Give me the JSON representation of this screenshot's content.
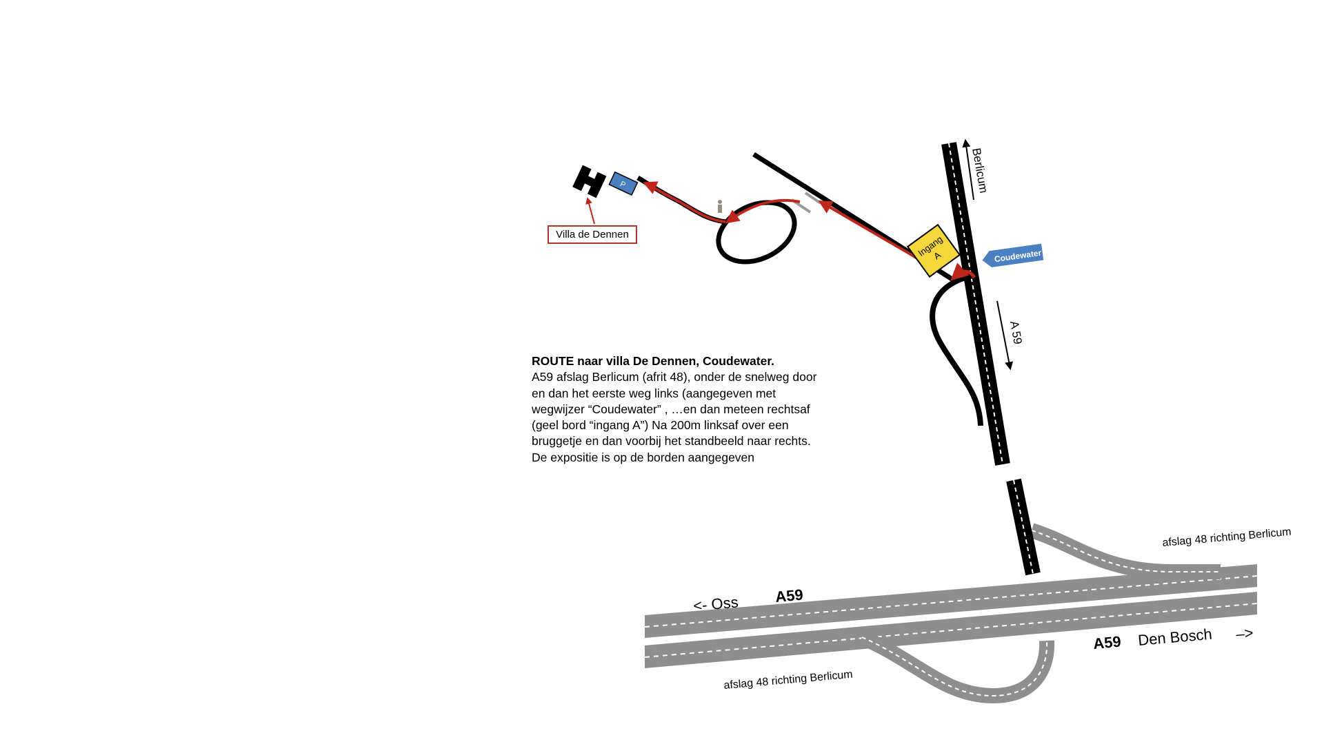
{
  "map": {
    "villa_label": "Villa de Dennen",
    "parking_label": "P",
    "ingang_sign_line1": "Ingang",
    "ingang_sign_line2": "A",
    "coudewater_sign": "Coudewater",
    "north_direction": "Berlicum",
    "south_direction": "A 59",
    "exit_label_top": "afslag 48 richting Berlicum",
    "exit_label_bottom": "afslag 48 richting Berlicum",
    "highway_west": "<- Oss",
    "highway_name_top": "A59",
    "highway_name_bottom": "A59",
    "highway_east": "Den Bosch",
    "highway_east_arrow": "–>"
  },
  "route": {
    "title": "ROUTE naar villa De Dennen, Coudewater.",
    "lines": [
      "A59 afslag Berlicum (afrit 48), onder de snelweg door",
      "en dan het eerste weg links (aangegeven met",
      "wegwijzer “Coudewater” , …en dan meteen rechtsaf",
      "(geel bord “ingang A”)  Na 200m linksaf over een",
      "bruggetje en dan voorbij het standbeeld naar rechts.",
      "De expositie is op de borden aangegeven"
    ]
  },
  "colors": {
    "route": "#c0271c",
    "road": "#000000",
    "highway": "#8e8e8e",
    "sign_yellow": "#f4d73a",
    "sign_blue": "#4a7fc1"
  },
  "icons": [
    "building-icon",
    "parking-icon",
    "statue-icon",
    "bridge-icon"
  ]
}
